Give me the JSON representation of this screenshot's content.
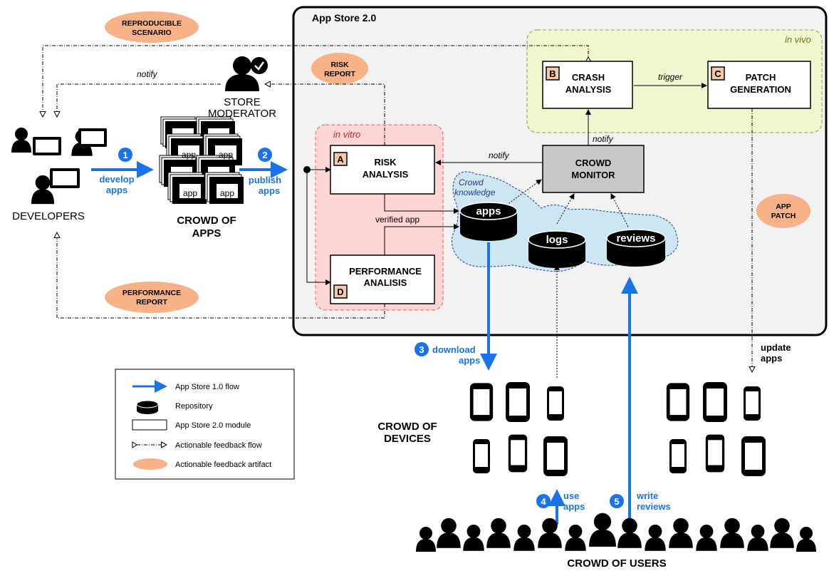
{
  "store": {
    "title": "App Store 2.0"
  },
  "zones": {
    "vitro": "in vitro",
    "vivo": "in vivo",
    "crowd_knowledge": [
      "Crowd",
      "knowledge"
    ]
  },
  "modules": {
    "risk": {
      "badge": "A",
      "line1": "RISK",
      "line2": "ANALYSIS"
    },
    "performance": {
      "badge": "D",
      "line1": "PERFORMANCE",
      "line2": "ANALISIS"
    },
    "crash": {
      "badge": "B",
      "line1": "CRASH",
      "line2": "ANALYSIS"
    },
    "patch": {
      "badge": "C",
      "line1": "PATCH",
      "line2": "GENERATION"
    },
    "monitor": {
      "line1": "CROWD",
      "line2": "MONITOR"
    }
  },
  "repositories": {
    "apps": "apps",
    "logs": "logs",
    "reviews": "reviews"
  },
  "artifacts": {
    "reproducible": [
      "REPRODUCIBLE",
      "SCENARIO"
    ],
    "risk_report": [
      "RISK",
      "REPORT"
    ],
    "performance_report": [
      "PERFORMANCE",
      "REPORT"
    ],
    "app_patch": [
      "APP",
      "PATCH"
    ]
  },
  "actors": {
    "developers": "DEVELOPERS",
    "moderator": [
      "STORE",
      "MODERATOR"
    ],
    "crowd_apps": [
      "CROWD OF",
      "APPS"
    ],
    "crowd_devices": [
      "CROWD OF",
      "DEVICES"
    ],
    "crowd_users": "CROWD OF USERS",
    "app_icon_label": "app"
  },
  "flow_labels": {
    "notify": "notify",
    "trigger": "trigger",
    "verified_app": "verified app",
    "update_apps": [
      "update",
      "apps"
    ]
  },
  "steps": [
    {
      "num": "1",
      "line1": "develop",
      "line2": "apps"
    },
    {
      "num": "2",
      "line1": "publish",
      "line2": "apps"
    },
    {
      "num": "3",
      "line1": "download",
      "line2": "apps"
    },
    {
      "num": "4",
      "line1": "use",
      "line2": "apps"
    },
    {
      "num": "5",
      "line1": "write",
      "line2": "reviews"
    }
  ],
  "legend": [
    {
      "label": "App Store 1.0 flow"
    },
    {
      "label": "Repository"
    },
    {
      "label": "App Store 2.0 module"
    },
    {
      "label": "Actionable feedback flow"
    },
    {
      "label": "Actionable feedback artifact"
    }
  ],
  "colors": {
    "blue_flow": "#1a73e8",
    "artifact": "#f7b287",
    "vitro_bg": "#fdd5d5",
    "vitro_border": "#e06060",
    "vivo_bg": "#f0f7cf",
    "vivo_border": "#8a9a30",
    "crowd_bg": "#cde7f2",
    "store_bg": "#f2f2f2",
    "badge": "#f7c8aa"
  }
}
